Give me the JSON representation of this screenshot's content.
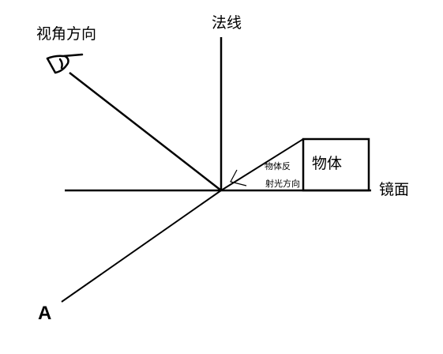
{
  "labels": {
    "normal": "法线",
    "view_direction": "视角方向",
    "object": "物体",
    "mirror": "镜面",
    "reflected_light_line1": "物体反",
    "reflected_light_line2": "射光方向",
    "point_a": "A"
  },
  "colors": {
    "ink": "#000000",
    "background": "#ffffff"
  },
  "icons": {
    "eye": "eye-icon"
  }
}
